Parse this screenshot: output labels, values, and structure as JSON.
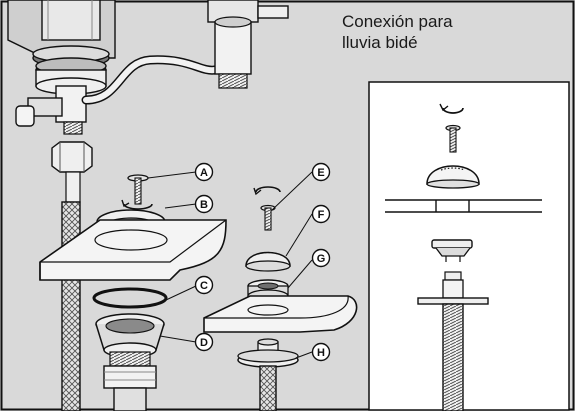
{
  "caption": {
    "line1": "Conexión para",
    "line2": "lluvia bidé"
  },
  "callouts": [
    "A",
    "B",
    "C",
    "D",
    "E",
    "F",
    "G",
    "H"
  ],
  "colors": {
    "background": "#d9d9d9",
    "panel": "#ffffff",
    "line": "#111111",
    "metal_light": "#f2f2f2",
    "metal_mid": "#bdbdbd",
    "metal_dark": "#6e6e6e"
  }
}
